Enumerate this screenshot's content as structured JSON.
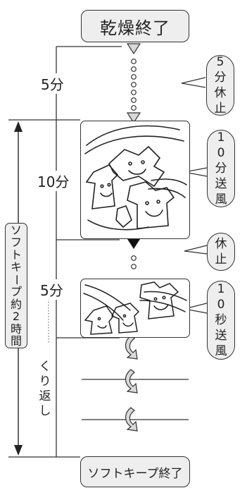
{
  "steps": {
    "start": "乾燥終了",
    "end": "ソフトキープ終了"
  },
  "callouts": [
    {
      "id": "rest-5min",
      "chars": [
        "5",
        "分",
        "休",
        "止"
      ]
    },
    {
      "id": "blow-10min",
      "chars": [
        "1",
        "0",
        "分",
        "送",
        "風"
      ]
    },
    {
      "id": "rest",
      "chars": [
        "休",
        "止"
      ]
    },
    {
      "id": "blow-10sec",
      "chars": [
        "1",
        "0",
        "秒",
        "送",
        "風"
      ]
    }
  ],
  "time_labels": {
    "first": "5分",
    "second": "10分",
    "third": "5分"
  },
  "repeat_label": [
    "く",
    "り",
    "返",
    "し"
  ],
  "side_label": [
    "ソ",
    "フ",
    "ト",
    "キ",
    "ー",
    "プ",
    "約",
    "2",
    "時",
    "間"
  ],
  "colors": {
    "line": "#333333",
    "box_fill": "#eeeeee",
    "arrow_fill": "#d9d9d9"
  }
}
